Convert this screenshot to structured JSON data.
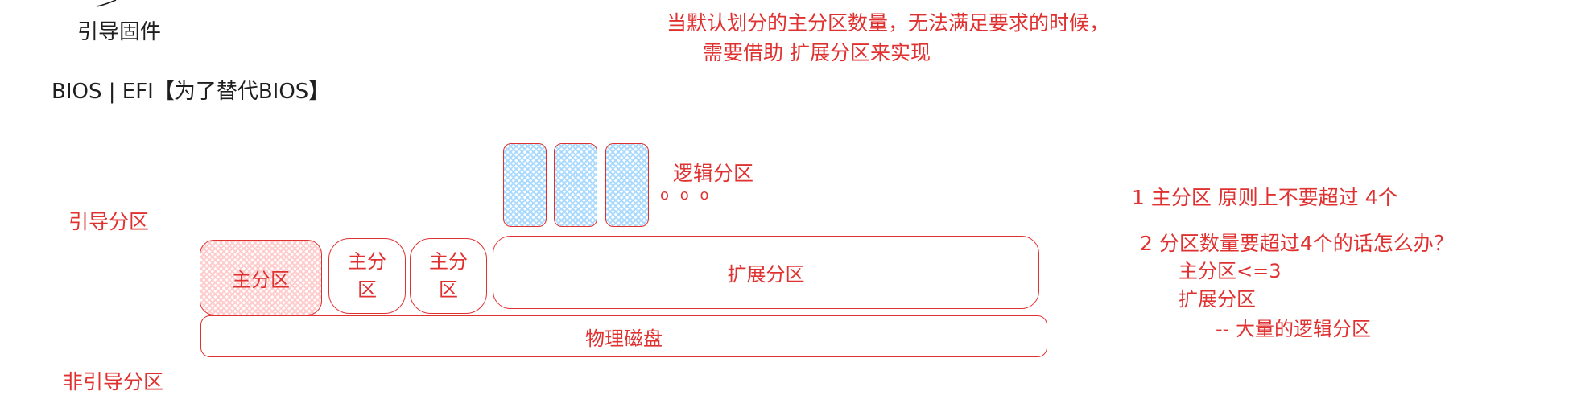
{
  "labels": {
    "boot_firmware": "引导固件",
    "bios_efi": "BIOS | EFI【为了替代BIOS】",
    "boot_partition": "引导分区",
    "non_boot_partition": "非引导分区"
  },
  "note_top": {
    "line1": "当默认划分的主分区数量，无法满足要求的时候，",
    "line2": "需要借助 扩展分区来实现"
  },
  "diagram": {
    "primary_partition_1": "主分区",
    "primary_partition_2_line1": "主分",
    "primary_partition_2_line2": "区",
    "primary_partition_3_line1": "主分",
    "primary_partition_3_line2": "区",
    "extended_partition": "扩展分区",
    "physical_disk": "物理磁盘",
    "logical_partition_label": "逻辑分区",
    "ellipsis": "o  o  o"
  },
  "rules": {
    "rule1": "1 主分区 原则上不要超过 4个",
    "rule2": "2 分区数量要超过4个的话怎么办？",
    "rule2_sub1": "主分区<=3",
    "rule2_sub2": "扩展分区",
    "rule2_sub3": "-- 大量的逻辑分区"
  },
  "colors": {
    "red": "#e03131",
    "dark": "#1e1e1e",
    "hatch_red": "#ffc9c9",
    "hatch_blue": "#a5d8ff"
  }
}
